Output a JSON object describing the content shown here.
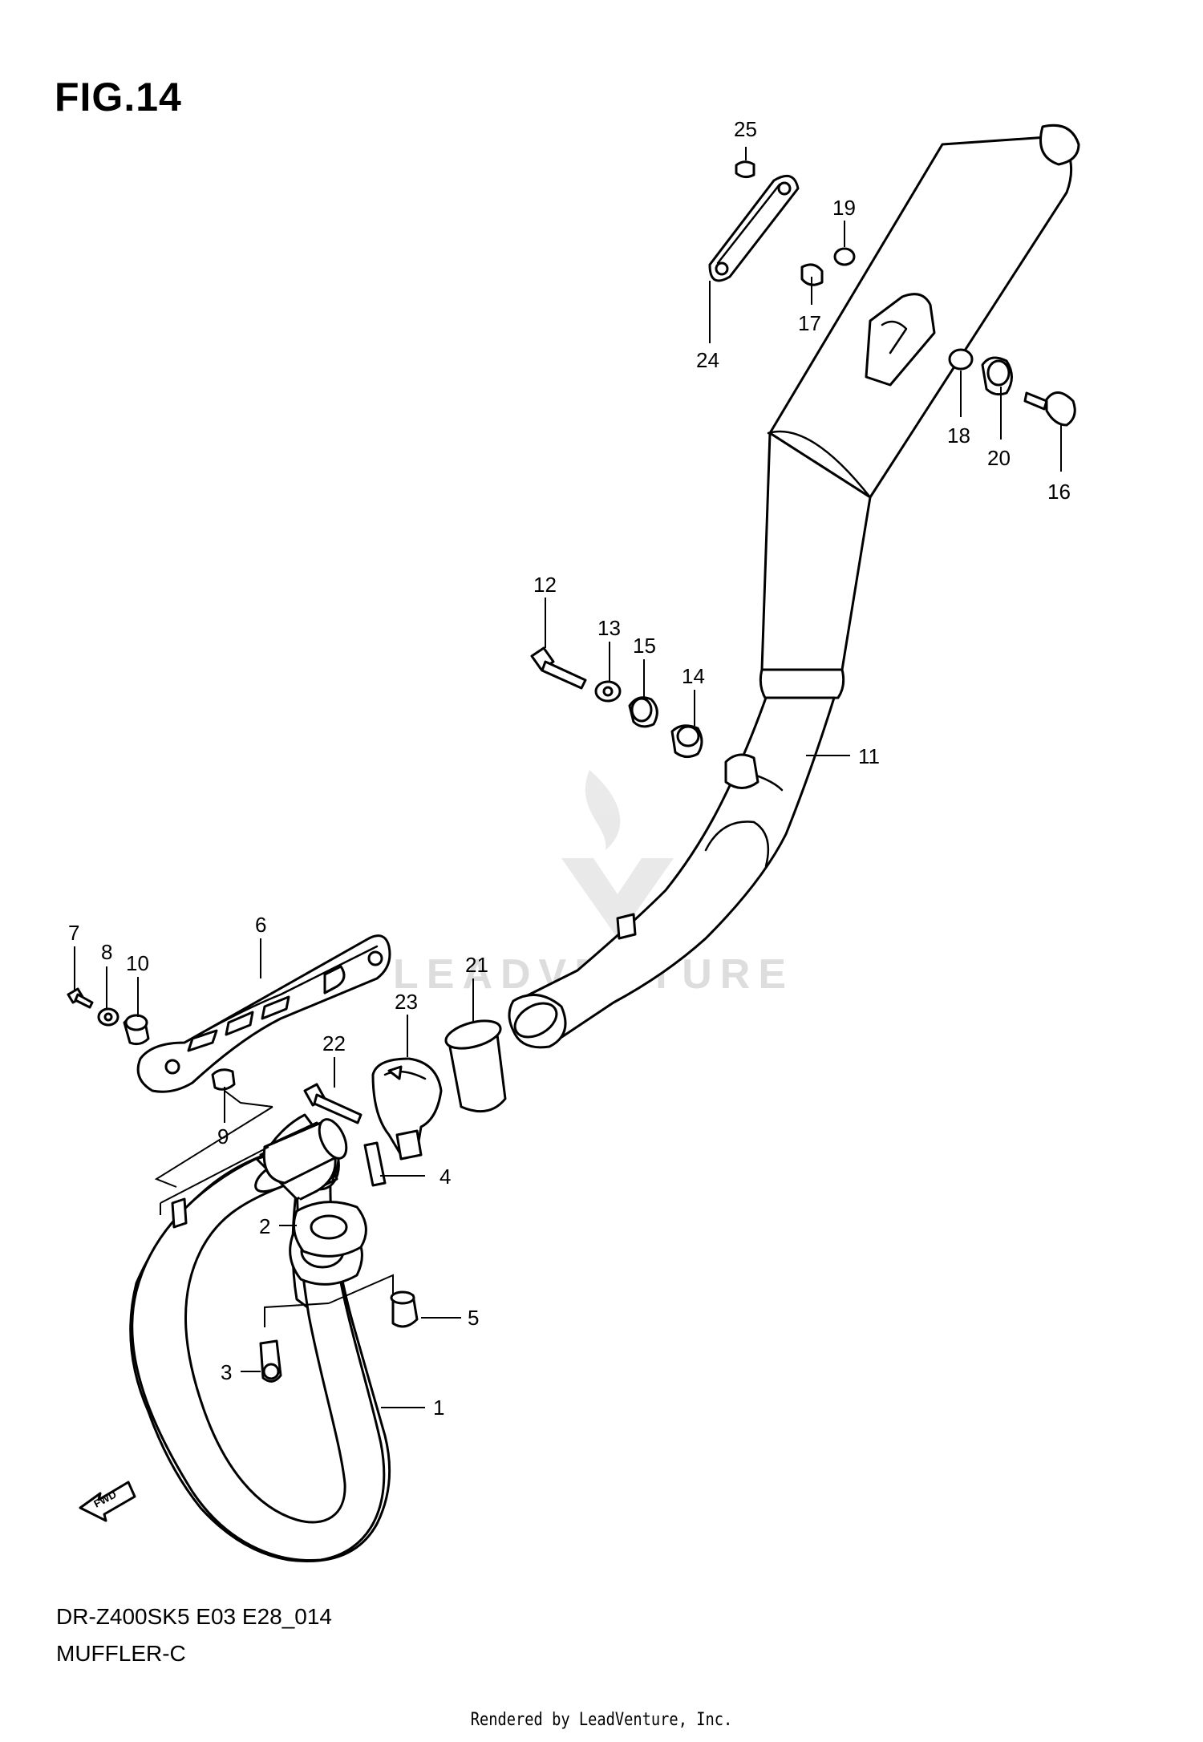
{
  "figure": {
    "title": "FIG.14",
    "model_code": "DR-Z400SK5 E03 E28_014",
    "section_name": "MUFFLER-C",
    "rendered_by": "Rendered by LeadVenture, Inc.",
    "watermark": "LEADVENTURE",
    "fwd_label": "FWD"
  },
  "callouts": [
    "1",
    "2",
    "3",
    "4",
    "5",
    "6",
    "7",
    "8",
    "9",
    "10",
    "11",
    "12",
    "13",
    "14",
    "15",
    "16",
    "17",
    "18",
    "19",
    "20",
    "21",
    "22",
    "23",
    "24",
    "25"
  ]
}
